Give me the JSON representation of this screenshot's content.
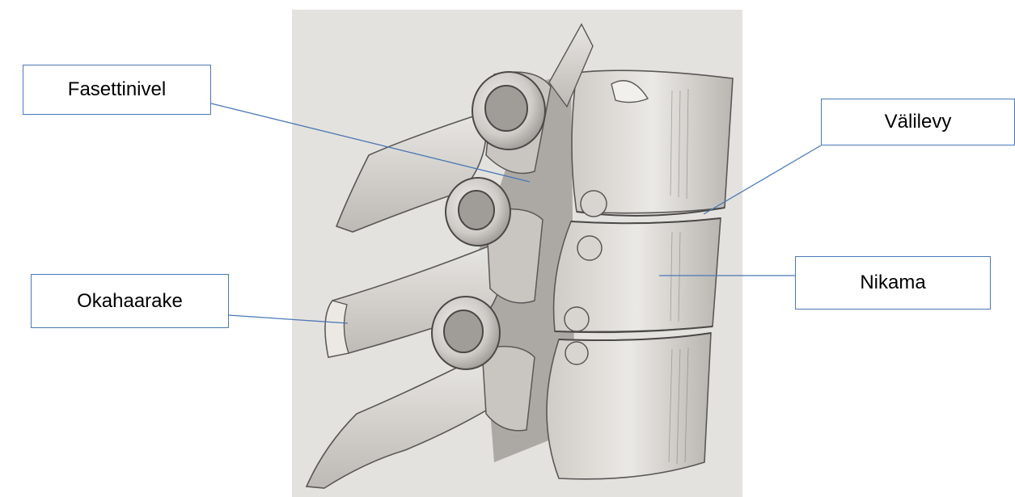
{
  "labels": {
    "fasettinivel": "Fasettinivel",
    "valilevy": "Välilevy",
    "nikama": "Nikama",
    "okahaarake": "Okahaarake"
  },
  "colors": {
    "box_border": "#4a78b5",
    "leader_line": "#4a78b5",
    "paper": "#e4e2de",
    "pencil": "#5a5856"
  },
  "illustration": {
    "subject": "lumbar-spine-lateral-pencil-drawing"
  }
}
